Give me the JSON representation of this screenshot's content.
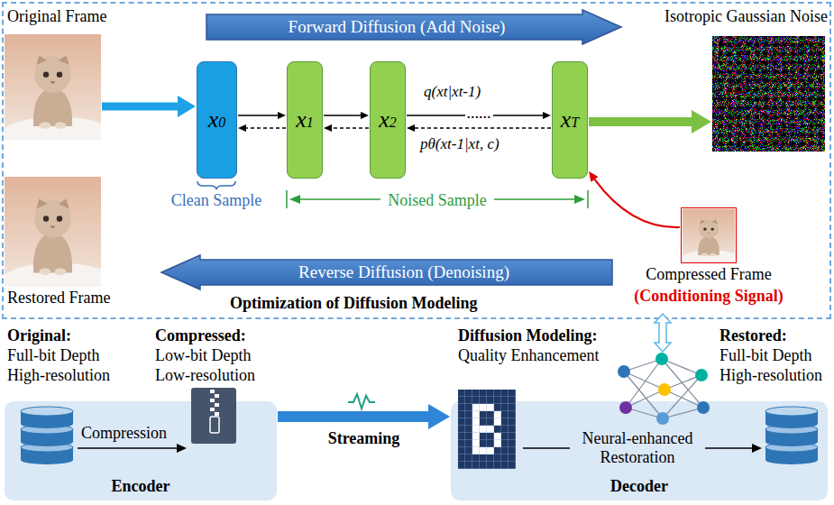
{
  "diagram": {
    "nodes": [
      {
        "text": [
          "Optimization of Diffusion Modeling"
        ]
      },
      {
        "text": [
          "Original Frame"
        ],
        "in": 0
      },
      {
        "text": [
          "Forward Diffusion (Add Noise)"
        ],
        "in": 0
      },
      {
        "text": [
          "Isotropic Gaussian Noise"
        ],
        "in": 0
      },
      {
        "text": [
          "x0"
        ],
        "in": 0
      },
      {
        "text": [
          "x1"
        ],
        "in": 0
      },
      {
        "text": [
          "x2"
        ],
        "in": 0
      },
      {
        "text": [
          "xT"
        ],
        "in": 0
      },
      {
        "text": [
          "Restored Frame"
        ],
        "in": 0
      },
      {
        "text": [
          "Reverse Diffusion (Denoising)"
        ],
        "in": 0
      },
      {
        "text": [
          "Compressed Frame",
          "(Conditioning Signal)"
        ],
        "in": 0
      },
      {
        "text": [
          "Encoder"
        ]
      },
      {
        "text": [
          "Decoder"
        ]
      }
    ],
    "edges": [
      {
        "from": 1,
        "to": 4,
        "arrow": "to"
      },
      {
        "from": 4,
        "to": 5,
        "arrow": "to"
      },
      {
        "from": 5,
        "to": 4,
        "arrow": "to"
      },
      {
        "from": 5,
        "to": 6,
        "arrow": "to"
      },
      {
        "from": 6,
        "to": 5,
        "arrow": "to"
      },
      {
        "from": 6,
        "to": 7,
        "label": "......",
        "arrow": "to"
      },
      {
        "from": 7,
        "to": 6,
        "arrow": "to"
      },
      {
        "from": 7,
        "to": 3,
        "arrow": "to"
      },
      {
        "from": 10,
        "to": 7,
        "arrow": "to"
      },
      {
        "from": 11,
        "to": 12,
        "label": "Streaming",
        "arrow": "to"
      }
    ],
    "labels": [
      "q(xt|xt-1)",
      "pθ(xt-1|xt, c)",
      "Clean Sample",
      "Noised Sample",
      "Original:",
      "Full-bit Depth",
      "High-resolution",
      "Compressed:",
      "Low-bit Depth",
      "Low-resolution",
      "Compression",
      "Diffusion Modeling:",
      "Quality Enhancement",
      "Neural-enhanced Restoration",
      "Restored:",
      "Full-bit Depth",
      "High-resolution"
    ]
  }
}
